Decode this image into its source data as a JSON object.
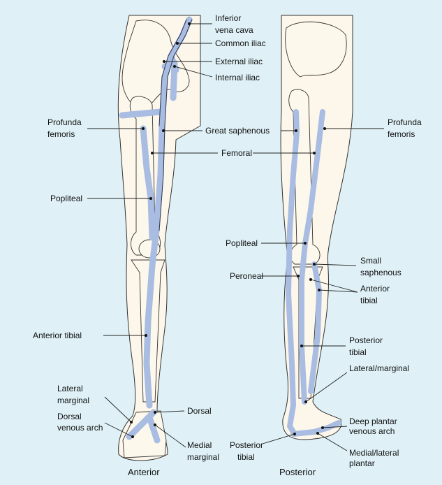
{
  "colors": {
    "background": "#dff1f7",
    "pelvis_region": "#fde8ea",
    "skin": "#fdf6ea",
    "vein": "#a9bde2"
  },
  "views": {
    "anterior": "Anterior",
    "posterior": "Posterior"
  },
  "labels": {
    "inferior_vena_cava": [
      "Inferior",
      "vena cava"
    ],
    "common_iliac": "Common iliac",
    "external_iliac": "External iliac",
    "internal_iliac": "Internal iliac",
    "great_saphenous": "Great saphenous",
    "femoral": "Femoral",
    "profunda_femoris_left": [
      "Profunda",
      "femoris"
    ],
    "profunda_femoris_right": [
      "Profunda",
      "femoris"
    ],
    "popliteal_anterior": "Popliteal",
    "popliteal_posterior": "Popliteal",
    "peroneal": "Peroneal",
    "small_saphenous": [
      "Small",
      "saphenous"
    ],
    "anterior_tibial_posterior_view": [
      "Anterior",
      "tibial"
    ],
    "posterior_tibial_upper": [
      "Posterior",
      "tibial"
    ],
    "lateral_marginal_posterior": "Lateral/marginal",
    "deep_plantar_venous_arch": [
      "Deep plantar",
      "venous arch"
    ],
    "medial_lateral_plantar": [
      "Medial/lateral",
      "plantar"
    ],
    "posterior_tibial_lower": [
      "Posterior",
      "tibial"
    ],
    "anterior_tibial": "Anterior tibial",
    "lateral_marginal": [
      "Lateral",
      "marginal"
    ],
    "dorsal_venous_arch": [
      "Dorsal",
      "venous arch"
    ],
    "dorsal": "Dorsal",
    "medial_marginal": [
      "Medial",
      "marginal"
    ]
  }
}
